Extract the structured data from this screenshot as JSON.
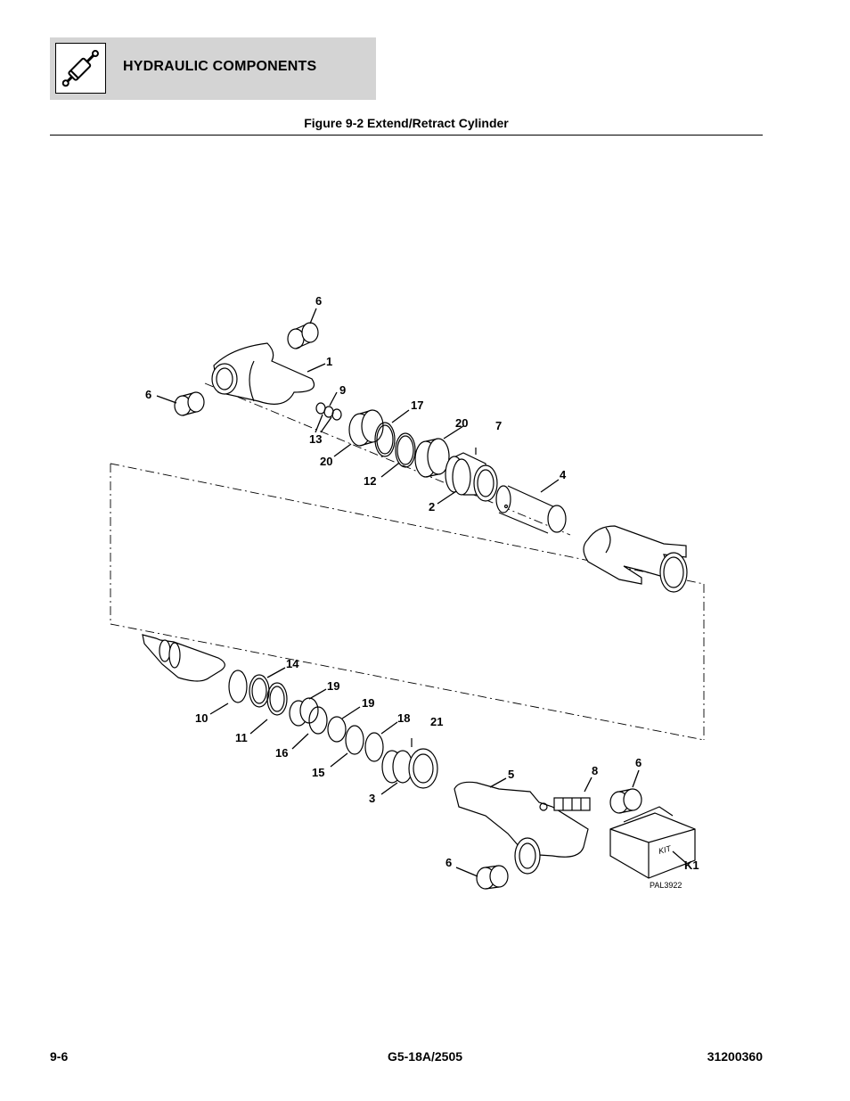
{
  "header": {
    "section_title": "HYDRAULIC COMPONENTS",
    "icon": "hydraulic-cylinder-icon"
  },
  "figure": {
    "title": "Figure 9-2 Extend/Retract Cylinder",
    "drawing_number": "PAL3922",
    "kit_box_label": "KIT",
    "callouts": {
      "c6_top": "6",
      "c1": "1",
      "c6_left": "6",
      "c9": "9",
      "c13": "13",
      "c17": "17",
      "c20_a": "20",
      "c20_b": "20",
      "c7": "7",
      "c12": "12",
      "c4": "4",
      "c2": "2",
      "c14": "14",
      "c10": "10",
      "c19_a": "19",
      "c11": "11",
      "c19_b": "19",
      "c18": "18",
      "c21": "21",
      "c16": "16",
      "c15": "15",
      "c5": "5",
      "c8": "8",
      "c6_right": "6",
      "c3": "3",
      "c6_bottom": "6",
      "cK1": "K1"
    }
  },
  "footer": {
    "page_number": "9-6",
    "model": "G5-18A/2505",
    "doc_number": "31200360"
  }
}
